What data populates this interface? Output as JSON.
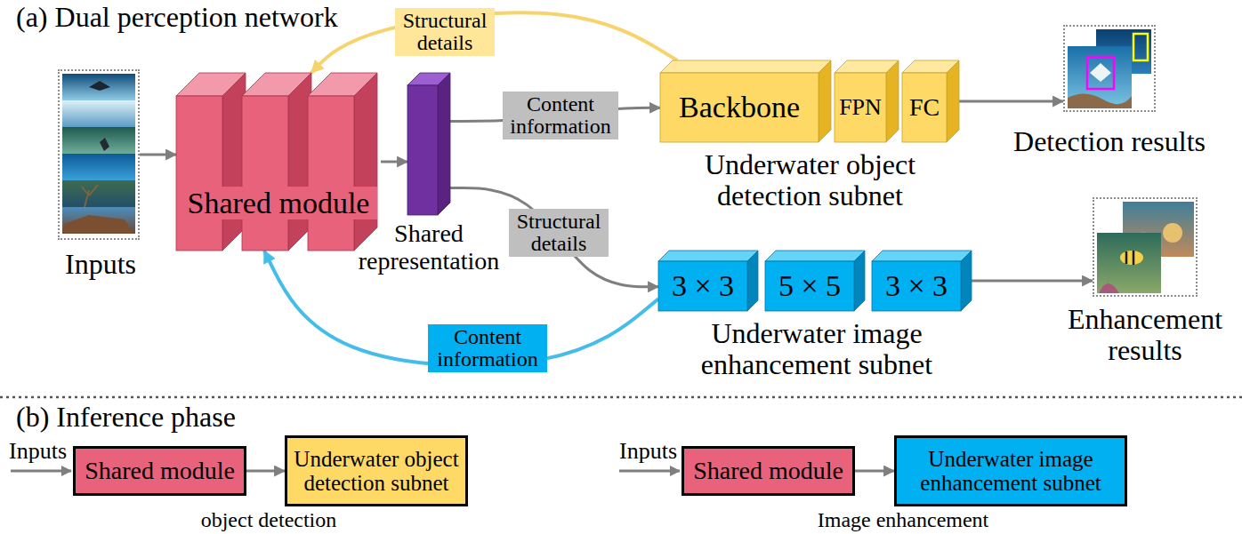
{
  "diagram": {
    "nodes": [
      {
        "text": [
          "Inputs"
        ]
      },
      {
        "text": [
          "Shared module"
        ]
      },
      {
        "text": [
          "Shared representation"
        ]
      },
      {
        "text": [
          "Underwater object detection subnet"
        ]
      },
      {
        "text": [
          "Backbone"
        ],
        "in": 3
      },
      {
        "text": [
          "FPN"
        ],
        "in": 3
      },
      {
        "text": [
          "FC"
        ],
        "in": 3
      },
      {
        "text": [
          "Detection results"
        ]
      },
      {
        "text": [
          "Underwater image enhancement subnet"
        ]
      },
      {
        "text": [
          "3 × 3"
        ],
        "in": 8
      },
      {
        "text": [
          "5 × 5"
        ],
        "in": 8
      },
      {
        "text": [
          "3 × 3"
        ],
        "in": 8
      },
      {
        "text": [
          "Enhancement results"
        ]
      },
      {
        "text": [
          "Shared module"
        ]
      },
      {
        "text": [
          "Underwater object detection subnet"
        ]
      },
      {
        "text": [
          "Shared module"
        ]
      },
      {
        "text": [
          "Underwater image enhancement subnet"
        ]
      }
    ],
    "edges": [
      {
        "from": 0,
        "to": 1,
        "arrow": "to"
      },
      {
        "from": 1,
        "to": 2,
        "arrow": "to"
      },
      {
        "from": 2,
        "to": 4,
        "label": "Content information",
        "arrow": "to"
      },
      {
        "from": 2,
        "to": 9,
        "label": "Structural details",
        "arrow": "to"
      },
      {
        "from": 4,
        "to": 1,
        "label": "Structural details",
        "arrow": "to"
      },
      {
        "from": 9,
        "to": 1,
        "label": "Content information",
        "arrow": "to"
      },
      {
        "from": 6,
        "to": 7,
        "arrow": "to"
      },
      {
        "from": 11,
        "to": 12,
        "arrow": "to"
      },
      {
        "from": 13,
        "to": 14,
        "arrow": "to"
      },
      {
        "from": 15,
        "to": 16,
        "arrow": "to"
      }
    ],
    "labels": [
      "(a) Dual perception network",
      "(b) Inference phase",
      "Inputs",
      "object detection",
      "Inputs",
      "Image enhancement"
    ]
  }
}
